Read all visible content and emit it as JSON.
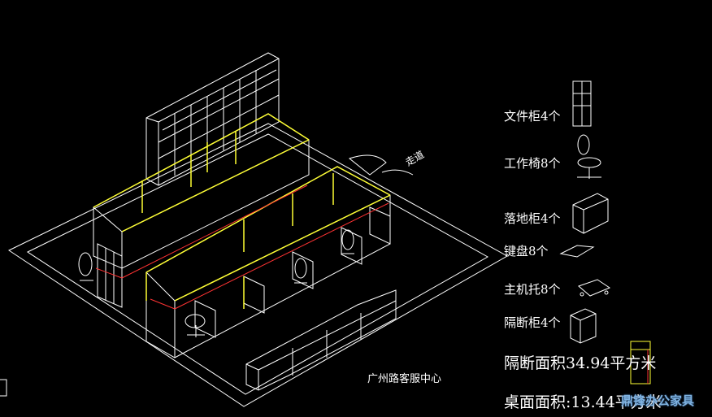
{
  "drawing": {
    "title": "广州路客服中心",
    "entrance_label": "走道",
    "colors": {
      "background": "#000000",
      "outline": "#ffffff",
      "partition": "#ffff33",
      "accent_line": "#ff3333"
    }
  },
  "legend": [
    {
      "label": "文件柜4个",
      "icon": "file-cabinet-icon"
    },
    {
      "label": "工作椅8个",
      "icon": "office-chair-icon"
    },
    {
      "label": "落地柜4个",
      "icon": "floor-cabinet-icon"
    },
    {
      "label": "键盘8个",
      "icon": "keyboard-tray-icon"
    },
    {
      "label": "主机托8个",
      "icon": "cpu-holder-icon"
    },
    {
      "label": "隔断柜4个",
      "icon": "pedestal-cabinet-icon"
    },
    {
      "label": "隔断面积34.94平方米",
      "icon": "partition-panel-icon"
    },
    {
      "label": "桌面面积:13.44平方米",
      "icon": ""
    }
  ],
  "watermark": "鼎锋办公家具"
}
